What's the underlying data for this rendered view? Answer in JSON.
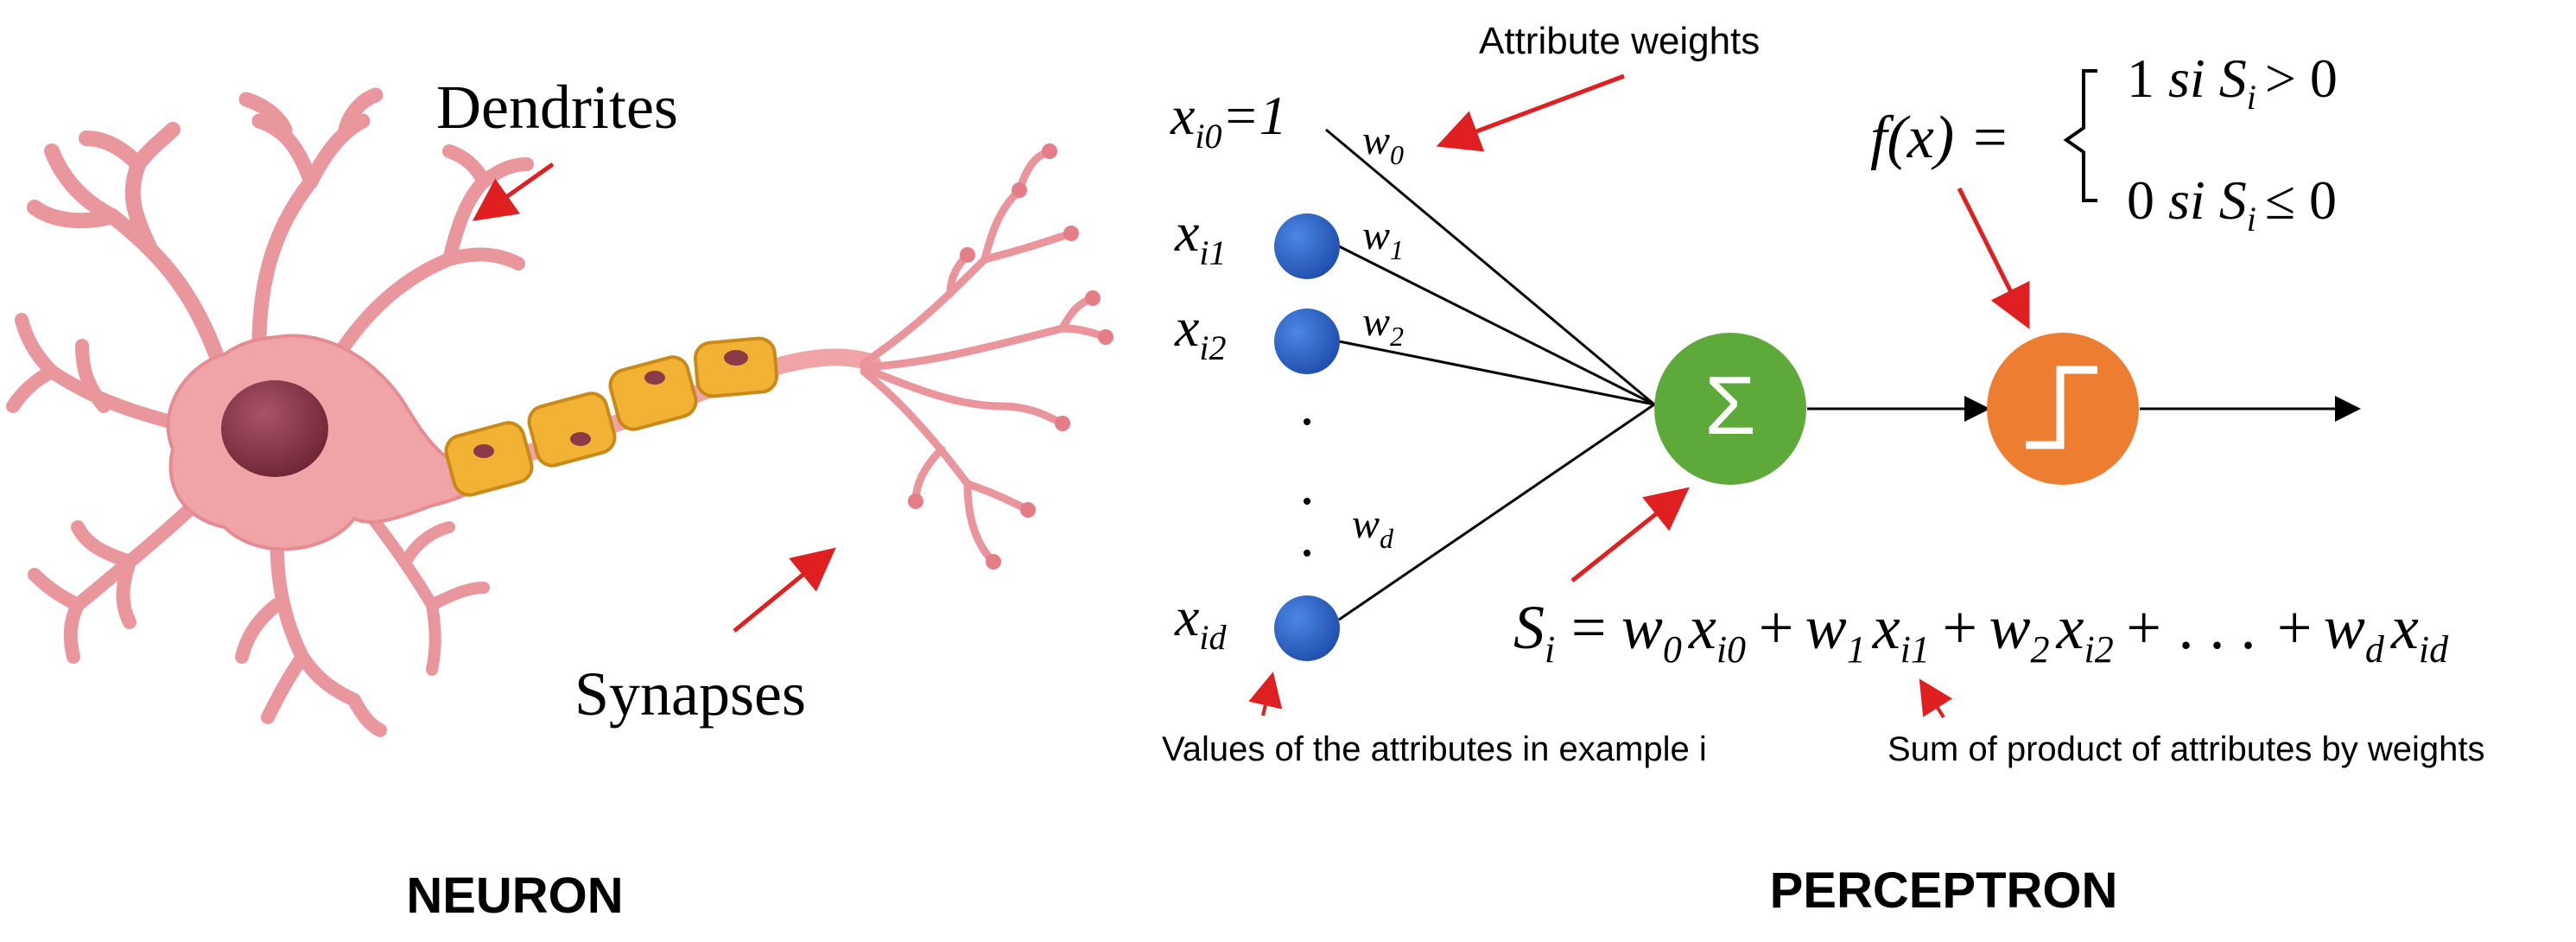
{
  "neuron": {
    "dendrites_label": "Dendrites",
    "synapses_label": "Synapses",
    "caption": "NEURON"
  },
  "perceptron": {
    "attribute_weights_label": "Attribute weights",
    "bias_input": {
      "var": "x",
      "sub": "i0",
      "suffix": "=1"
    },
    "inputs": [
      {
        "var": "x",
        "sub": "i1"
      },
      {
        "var": "x",
        "sub": "i2"
      },
      {
        "var": "x",
        "sub": "id"
      }
    ],
    "weights": [
      {
        "var": "w",
        "sub": "0"
      },
      {
        "var": "w",
        "sub": "1"
      },
      {
        "var": "w",
        "sub": "2"
      },
      {
        "var": "w",
        "sub": "d"
      }
    ],
    "dots": ". . .",
    "sum_symbol": "Σ",
    "activation_symbol": "step-function-icon",
    "function": {
      "lhs": "f(x) =",
      "case1": {
        "value": "1",
        "word": "si",
        "cond_var": "S",
        "cond_sub": "i",
        "cond_op": "> 0"
      },
      "case2": {
        "value": "0",
        "word": "si",
        "cond_var": "S",
        "cond_sub": "i",
        "cond_op": "≤ 0"
      }
    },
    "equation": {
      "lhs_var": "S",
      "lhs_sub": "i",
      "eq": "=",
      "terms": [
        {
          "w": "w",
          "wsub": "0",
          "x": "x",
          "xsub": "i0",
          "op": "+"
        },
        {
          "w": "w",
          "wsub": "1",
          "x": "x",
          "xsub": "i1",
          "op": "+"
        },
        {
          "w": "w",
          "wsub": "2",
          "x": "x",
          "xsub": "i2",
          "op": "+ . . . +"
        },
        {
          "w": "w",
          "wsub": "d",
          "x": "x",
          "xsub": "id",
          "op": ""
        }
      ]
    },
    "values_label": "Values of the attributes in example i",
    "sum_label": "Sum of product of attributes by weights",
    "caption": "PERCEPTRON"
  },
  "colors": {
    "neuron_body": "#f0a4a8",
    "neuron_outline": "#d06a72",
    "nucleus": "#8b3a48",
    "myelin": "#f2b233",
    "myelin_outline": "#c98a1a",
    "input_node": "#2a62c8",
    "sum_node": "#5daa3a",
    "activation_node": "#ed7d31",
    "arrow_red": "#e02020",
    "line": "#000000"
  }
}
